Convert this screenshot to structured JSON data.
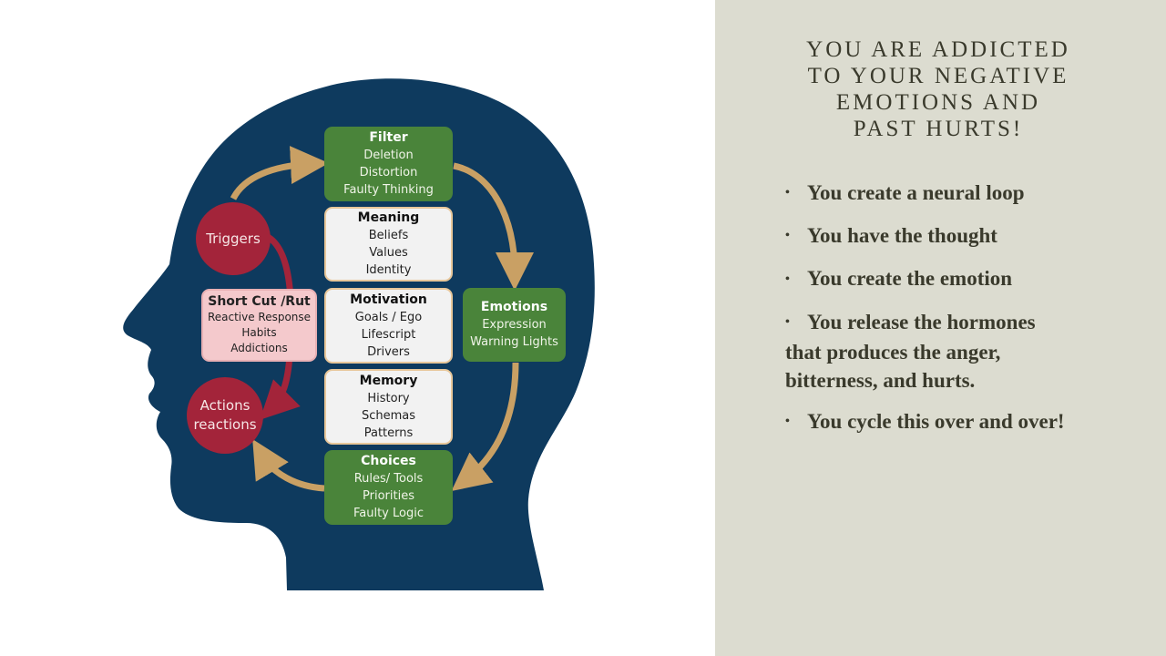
{
  "slide": {
    "title_lines": [
      "YOU ARE ADDICTED",
      "TO YOUR NEGATIVE",
      "EMOTIONS AND",
      "PAST HURTS!"
    ],
    "bullets": [
      {
        "text": "You create a neural loop"
      },
      {
        "text": "You have the thought"
      },
      {
        "text": "You create the emotion"
      },
      {
        "text": "You release the hormones",
        "continuation": [
          "that produces the anger,",
          "bitterness, and hurts."
        ]
      },
      {
        "text": "You cycle this over and over!"
      }
    ],
    "bullet_glyph": "•"
  },
  "diagram": {
    "colors": {
      "head": "#0e3a5e",
      "green": "#4a843a",
      "red": "#a3243a",
      "arrow_gold": "#c9a064",
      "pink": "#f4c9cc",
      "panel": "#dcdcd0"
    },
    "filter": {
      "title": "Filter",
      "lines": [
        "Deletion",
        "Distortion",
        "Faulty Thinking"
      ]
    },
    "meaning": {
      "title": "Meaning",
      "lines": [
        "Beliefs",
        "Values",
        "Identity"
      ]
    },
    "motivation": {
      "title": "Motivation",
      "lines": [
        "Goals / Ego",
        "Lifescript",
        "Drivers"
      ]
    },
    "memory": {
      "title": "Memory",
      "lines": [
        "History",
        "Schemas",
        "Patterns"
      ]
    },
    "emotions": {
      "title": "Emotions",
      "lines": [
        "Expression",
        "Warning Lights"
      ]
    },
    "choices": {
      "title": "Choices",
      "lines": [
        "Rules/ Tools",
        "Priorities",
        "Faulty Logic"
      ]
    },
    "shortcut": {
      "title": "Short Cut /Rut",
      "lines": [
        "Reactive Response",
        "Habits",
        "Addictions"
      ]
    },
    "triggers": {
      "lines": [
        "Triggers"
      ]
    },
    "actions": {
      "lines": [
        "Actions",
        "reactions"
      ]
    }
  }
}
